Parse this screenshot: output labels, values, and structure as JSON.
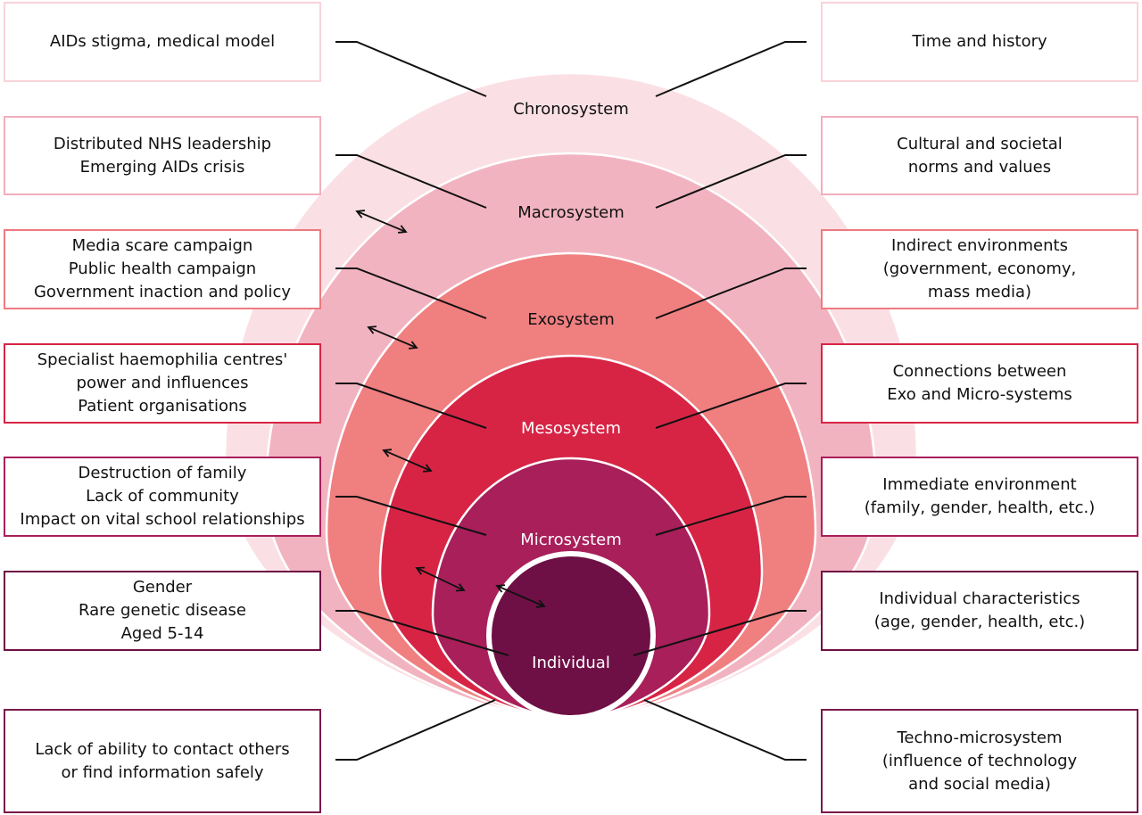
{
  "colors": {
    "chronosystem": "#fae0e5",
    "macrosystem": "#f2b3c0",
    "exosystem": "#f07f80",
    "mesosystem": "#d72445",
    "microsystem": "#a81f5a",
    "individual": "#6e1045"
  },
  "systems": [
    {
      "name": "Chronosystem",
      "left": [
        "AIDs stigma, medical model"
      ],
      "right": [
        "Time and history"
      ],
      "border": "#f9d3da"
    },
    {
      "name": "Macrosystem",
      "left": [
        "Distributed NHS leadership",
        "Emerging AIDs crisis"
      ],
      "right": [
        "Cultural and societal",
        "norms and values"
      ],
      "border": "#f2aebb"
    },
    {
      "name": "Exosystem",
      "left": [
        "Media scare campaign",
        "Public health campaign",
        "Government inaction and policy"
      ],
      "right": [
        "Indirect environments",
        "(government, economy,",
        "mass media)"
      ],
      "border": "#ee7a80"
    },
    {
      "name": "Mesosystem",
      "left": [
        "Specialist haemophilia centres'",
        "power and influences",
        "Patient organisations"
      ],
      "right": [
        "Connections between",
        "Exo and Micro-systems"
      ],
      "border": "#d72445"
    },
    {
      "name": "Microsystem",
      "left": [
        "Destruction of family",
        "Lack of community",
        "Impact on vital school relationships"
      ],
      "right": [
        "Immediate environment",
        "(family, gender, health, etc.)"
      ],
      "border": "#a81f5a"
    },
    {
      "name": "Individual",
      "left": [
        "Gender",
        "Rare genetic disease",
        "Aged 5-14"
      ],
      "right": [
        "Individual characteristics",
        "(age, gender, health, etc.)"
      ],
      "border": "#6e1045"
    },
    {
      "name": "",
      "left": [
        "Lack of ability to contact others",
        "or find information safely"
      ],
      "right": [
        "Techno-microsystem",
        "(influence of technology",
        "and social media)"
      ],
      "border": "#7a1a4a"
    }
  ]
}
